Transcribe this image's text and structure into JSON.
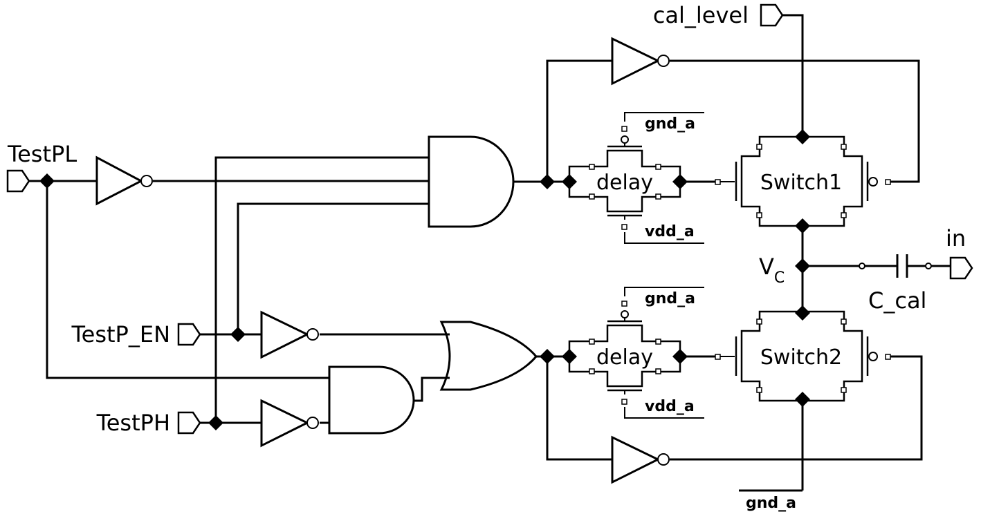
{
  "ports": {
    "test_pl": "TestPL",
    "test_p_en": "TestP_EN",
    "test_ph": "TestPH",
    "cal_level": "cal_level",
    "in": "in"
  },
  "blocks": {
    "delay_top": "delay",
    "delay_bottom": "delay",
    "switch1": "Switch1",
    "switch2": "Switch2"
  },
  "rails": {
    "top_gnd": "gnd_a",
    "top_vdd": "vdd_a",
    "bottom_gnd": "gnd_a",
    "bottom_vdd": "vdd_a",
    "bottom_rail": "gnd_a"
  },
  "nodes": {
    "vc_main": "V",
    "vc_sub": "C"
  },
  "components": {
    "capacitor": "C_cal"
  }
}
